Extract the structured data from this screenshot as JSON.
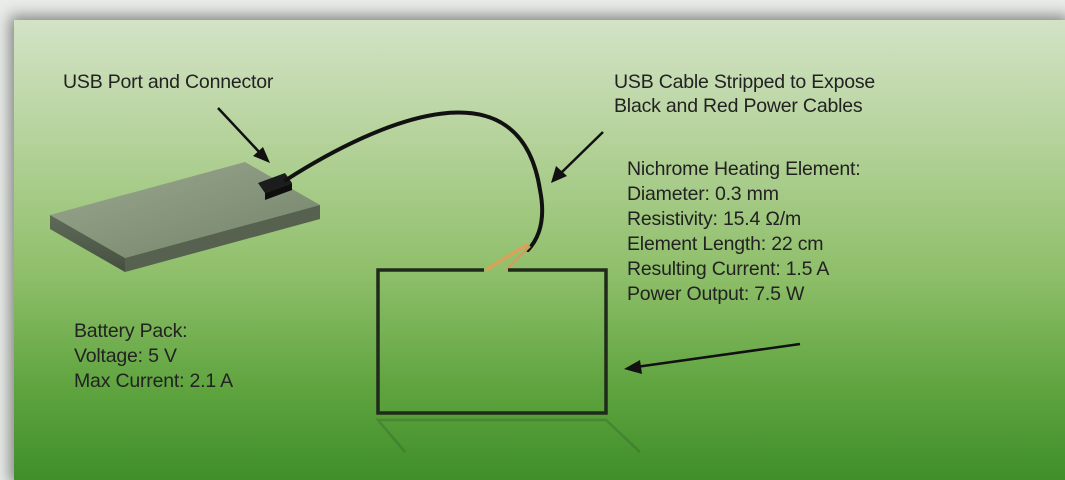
{
  "labels": {
    "usb_port": "USB Port and Connector",
    "usb_cable": [
      "USB Cable Stripped to Expose",
      "Black and Red Power Cables"
    ],
    "nichrome": [
      "Nichrome Heating Element:",
      "Diameter: 0.3 mm",
      "Resistivity: 15.4 Ω/m",
      "Element Length: 22 cm",
      "Resulting Current: 1.5 A",
      "Power Output: 7.5 W"
    ],
    "battery": [
      "Battery Pack:",
      "Voltage: 5 V",
      "Max Current: 2.1 A"
    ]
  },
  "colors": {
    "background_top": "#d3e3c6",
    "background_bottom": "#3f8f2a",
    "wire": "#111111",
    "battery": "#7d8a74",
    "copper": "#d9a25a"
  }
}
